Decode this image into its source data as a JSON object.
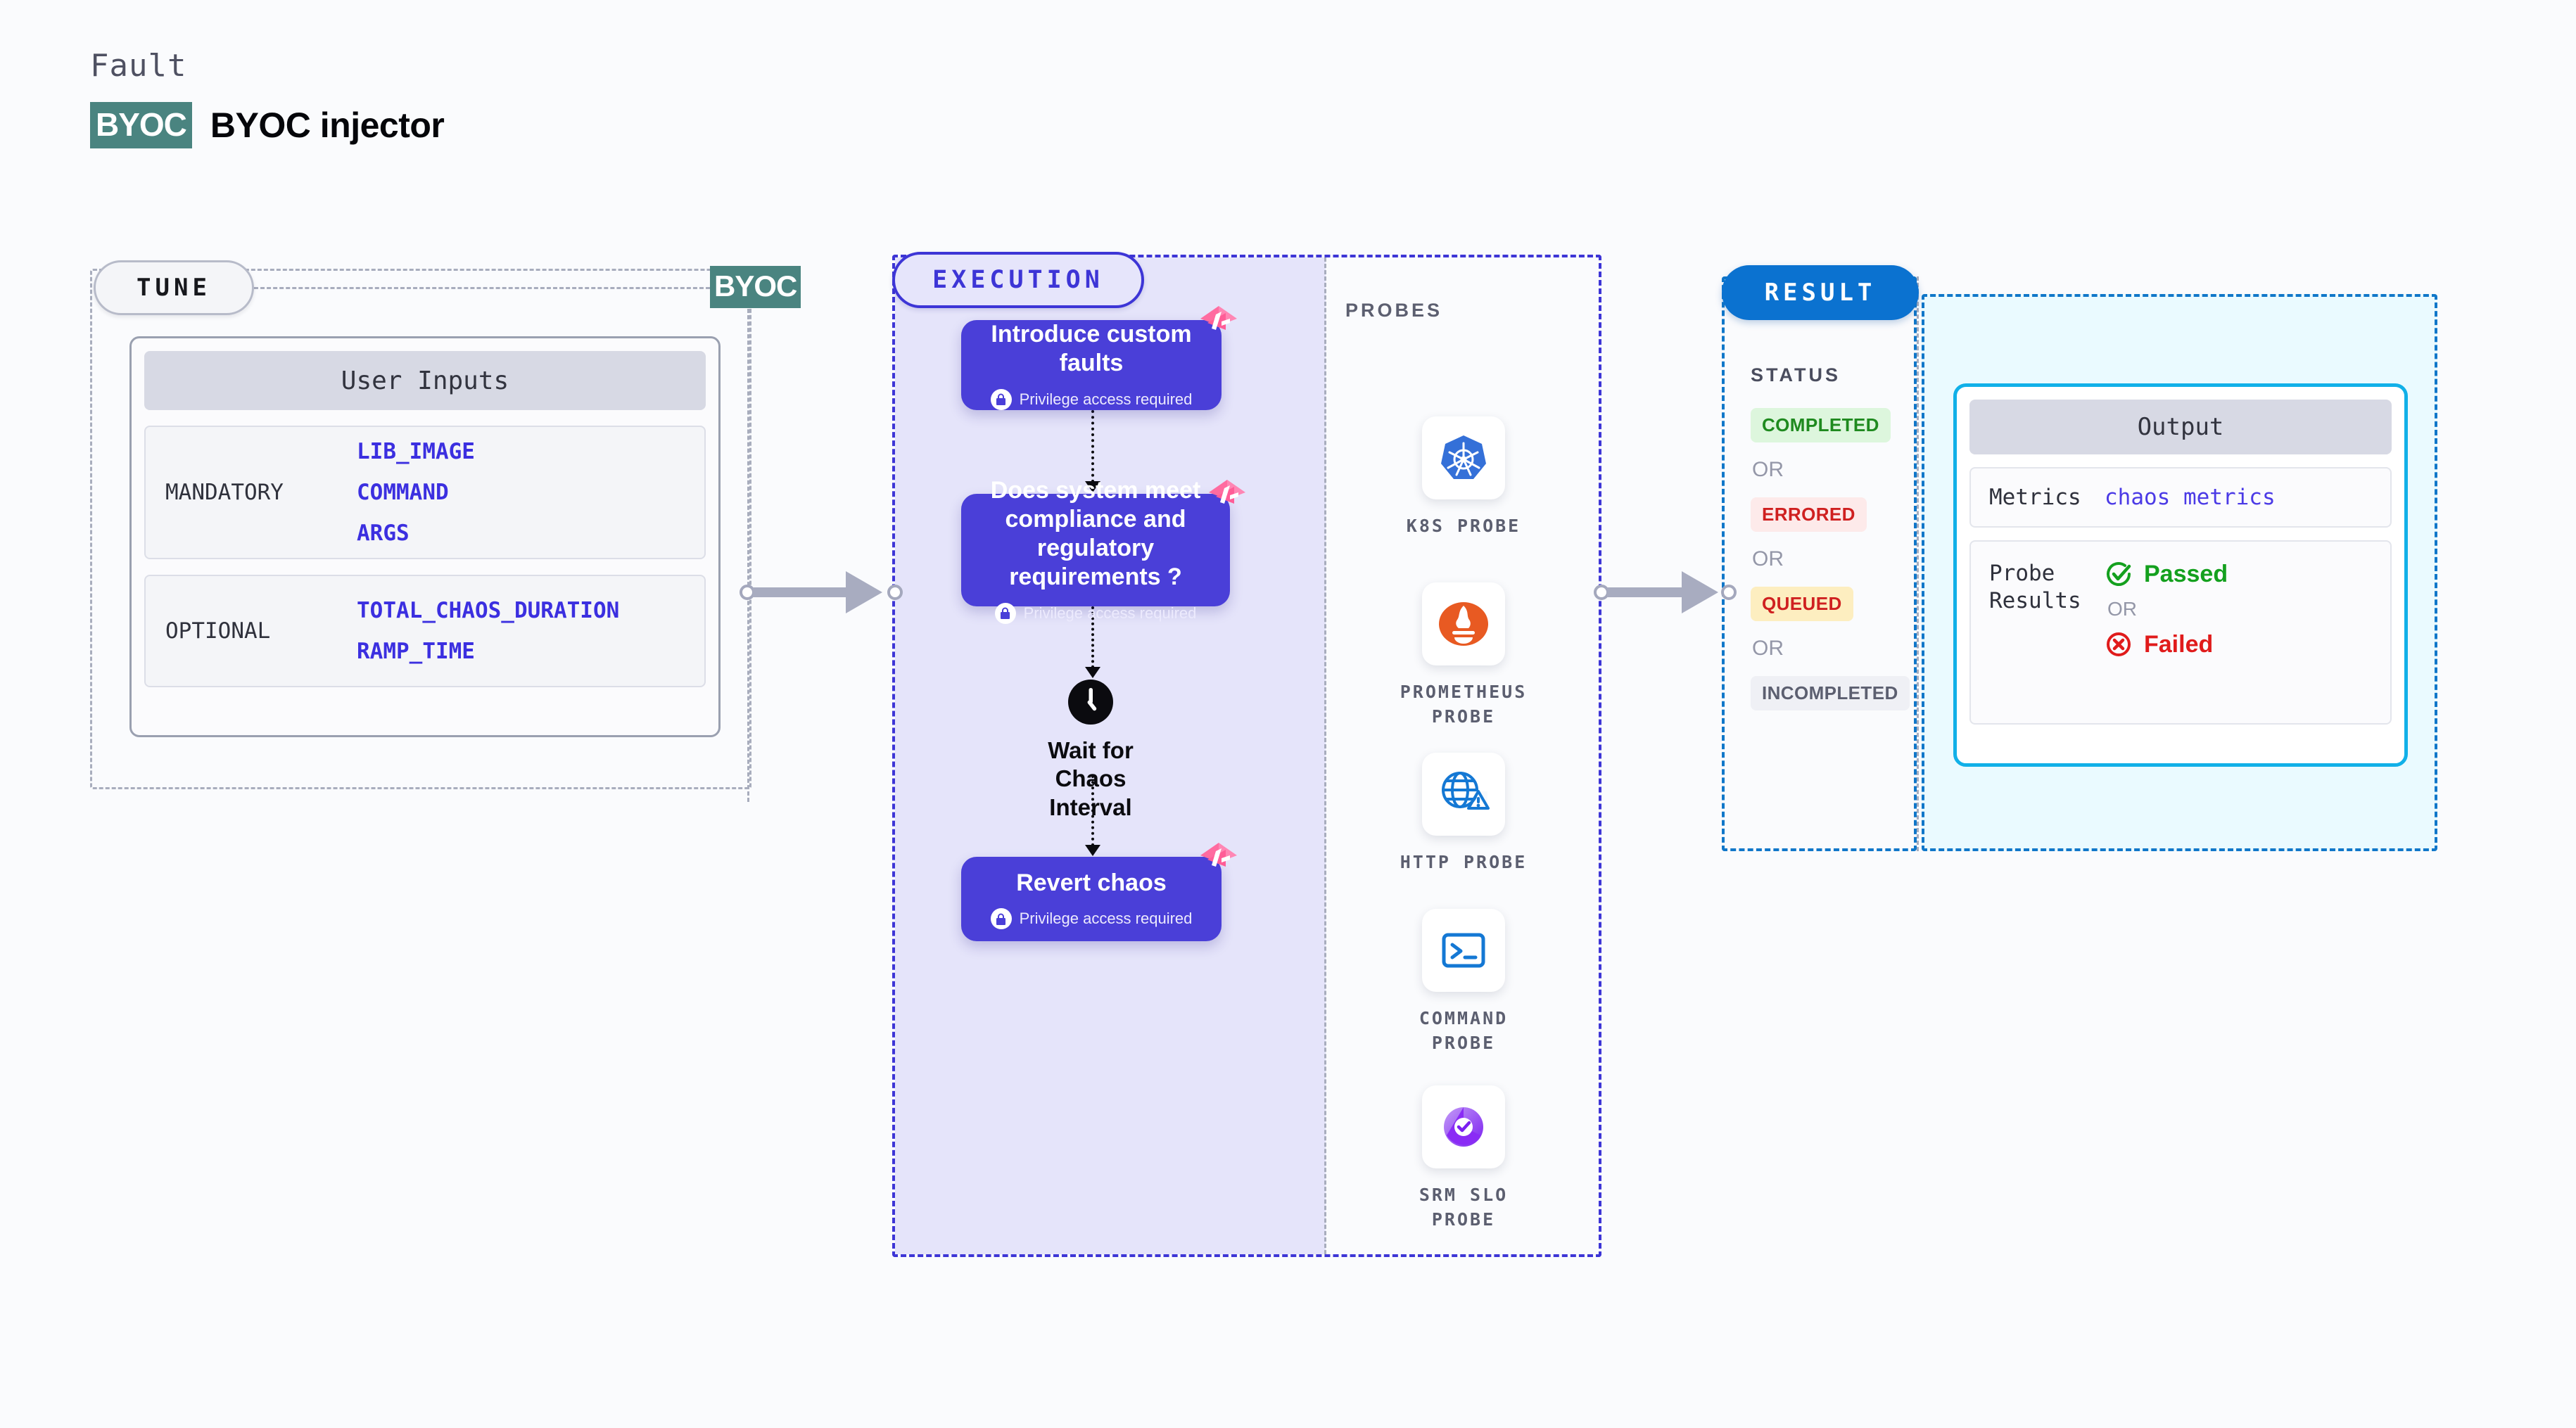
{
  "header": {
    "kicker": "Fault",
    "badge": "BYOC",
    "title": "BYOC injector"
  },
  "tune": {
    "pill_label": "TUNE",
    "byoc_tag": "BYOC",
    "card_title": "User Inputs",
    "groups": [
      {
        "kind": "MANDATORY",
        "params": [
          "LIB_IMAGE",
          "COMMAND",
          "ARGS"
        ]
      },
      {
        "kind": "OPTIONAL",
        "params": [
          "TOTAL_CHAOS_DURATION",
          "RAMP_TIME"
        ]
      }
    ]
  },
  "execution": {
    "pill_label": "EXECUTION",
    "nodes": [
      {
        "title": "Introduce custom faults",
        "privilege": "Privilege access required",
        "icon": "lock-icon",
        "badge": "harness-logo-icon"
      },
      {
        "title": "Does system meet compliance and regulatory requirements ?",
        "privilege": "Privilege access required",
        "icon": "lock-icon",
        "badge": "harness-logo-icon"
      }
    ],
    "wait_step": {
      "icon": "clock-icon",
      "label": "Wait for Chaos Interval"
    },
    "revert_node": {
      "title": "Revert chaos",
      "privilege": "Privilege access required",
      "icon": "lock-icon",
      "badge": "harness-logo-icon"
    }
  },
  "probes": {
    "section_label": "PROBES",
    "items": [
      {
        "name": "K8S PROBE",
        "icon": "kubernetes-icon"
      },
      {
        "name": "PROMETHEUS PROBE",
        "icon": "prometheus-icon"
      },
      {
        "name": "HTTP PROBE",
        "icon": "http-globe-icon"
      },
      {
        "name": "COMMAND PROBE",
        "icon": "terminal-icon"
      },
      {
        "name": "SRM SLO PROBE",
        "icon": "srm-slo-icon"
      }
    ]
  },
  "result": {
    "pill_label": "RESULT",
    "status_label": "STATUS",
    "or_label": "OR",
    "statuses": [
      {
        "label": "COMPLETED",
        "bg": "#ddf6dd",
        "fg": "#1f8a1f"
      },
      {
        "label": "ERRORED",
        "bg": "#fdeaea",
        "fg": "#cf2020"
      },
      {
        "label": "QUEUED",
        "bg": "#fdeec0",
        "fg": "#cf2020"
      },
      {
        "label": "INCOMPLETED",
        "bg": "#eff0f5",
        "fg": "#5c5f70"
      }
    ],
    "output": {
      "card_title": "Output",
      "metrics_key": "Metrics",
      "metrics_value": "chaos metrics",
      "probe_key": "Probe Results",
      "passed": "Passed",
      "failed": "Failed",
      "or_label": "OR",
      "passed_color": "#14a01e",
      "failed_color": "#e01b1b"
    }
  },
  "colors": {
    "accent_purple": "#4a3fd8",
    "execution_border": "#3d35d6",
    "result_blue": "#0b72d0",
    "output_border": "#11b0e8",
    "byoc_teal": "#4a8480",
    "harness_pink": "#ff6ba0"
  }
}
